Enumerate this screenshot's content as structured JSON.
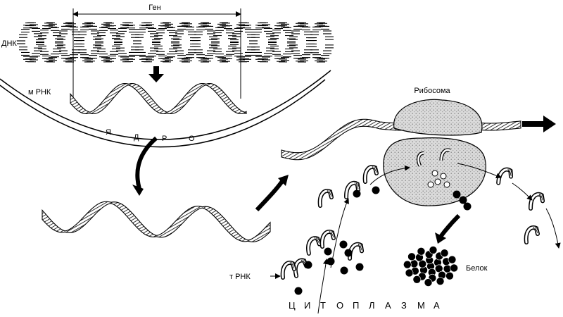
{
  "labels": {
    "gene": "Ген",
    "dna": "ДНК",
    "mrna": "м РНК",
    "ribosome": "Рибосома",
    "trna": "т РНК",
    "protein": "Белок",
    "nucleus_letters": [
      "Я",
      "Д",
      "Р",
      "О"
    ],
    "cytoplasm_letters": [
      "Ц",
      "И",
      "Т",
      "О",
      "П",
      "Л",
      "А",
      "З",
      "М",
      "А"
    ]
  },
  "colors": {
    "ink": "#000000",
    "background": "#ffffff",
    "ribosome_fill": "#d9d9d9"
  }
}
